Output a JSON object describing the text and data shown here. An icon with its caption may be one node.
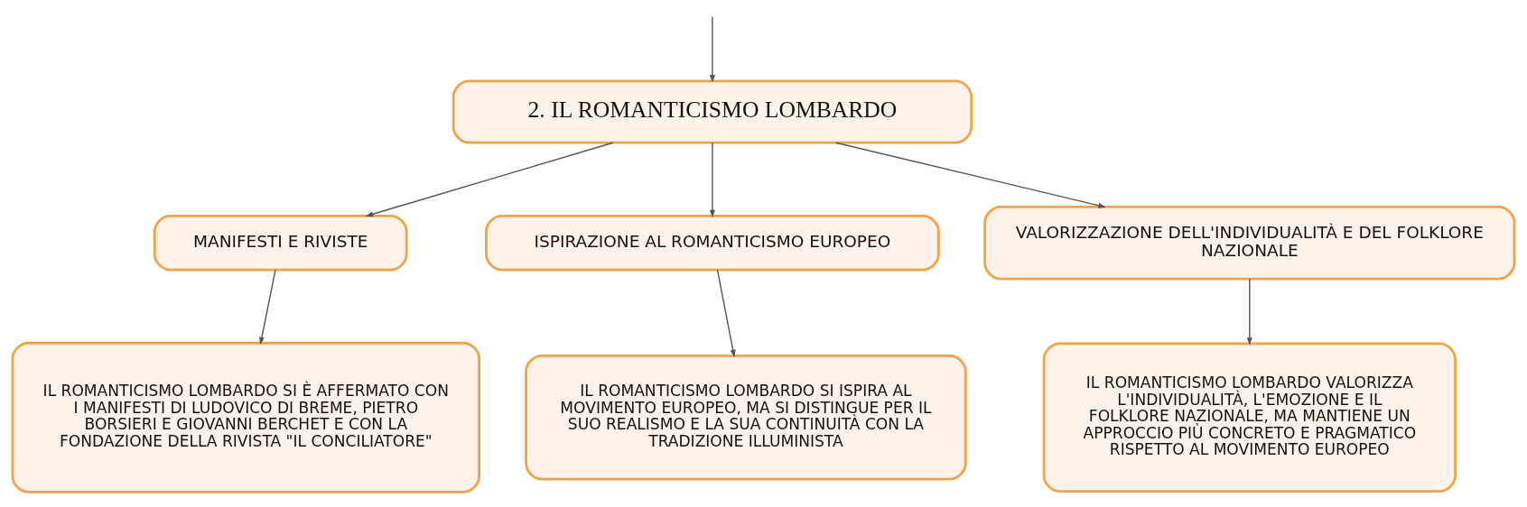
{
  "diagram": {
    "nodes": [
      {
        "text": [
          "2. IL ROMANTICISMO LOMBARDO"
        ]
      },
      {
        "text": [
          "MANIFESTI E RIVISTE"
        ]
      },
      {
        "text": [
          "ISPIRAZIONE AL ROMANTICISMO EUROPEO"
        ]
      },
      {
        "text": [
          "VALORIZZAZIONE DELL'INDIVIDUALITÀ E DEL FOLKLORE NAZIONALE"
        ]
      },
      {
        "text": [
          "IL ROMANTICISMO LOMBARDO SI È AFFERMATO CON I MANIFESTI DI LUDOVICO DI BREME, PIETRO BORSIERI E GIOVANNI BERCHET E CON LA FONDAZIONE DELLA RIVISTA \"IL CONCILIATORE\""
        ]
      },
      {
        "text": [
          "IL ROMANTICISMO LOMBARDO SI ISPIRA AL MOVIMENTO EUROPEO, MA SI DISTINGUE PER IL SUO REALISMO E LA SUA CONTINUITÀ CON LA TRADIZIONE ILLUMINISTA"
        ]
      },
      {
        "text": [
          "IL ROMANTICISMO LOMBARDO VALORIZZA L'INDIVIDUALITÀ, L'EMOZIONE E IL FOLKLORE NAZIONALE, MA MANTIENE UN APPROCCIO PIÙ CONCRETO E PRAGMATICO RISPETTO AL MOVIMENTO EUROPEO"
        ]
      }
    ],
    "edges": [
      {
        "from": null,
        "to": 0,
        "arrow": "to"
      },
      {
        "from": 0,
        "to": 1,
        "arrow": "to"
      },
      {
        "from": 0,
        "to": 2,
        "arrow": "to"
      },
      {
        "from": 0,
        "to": 3,
        "arrow": "to"
      },
      {
        "from": 1,
        "to": 4,
        "arrow": "to"
      },
      {
        "from": 2,
        "to": 5,
        "arrow": "to"
      },
      {
        "from": 3,
        "to": 6,
        "arrow": "to"
      }
    ]
  }
}
